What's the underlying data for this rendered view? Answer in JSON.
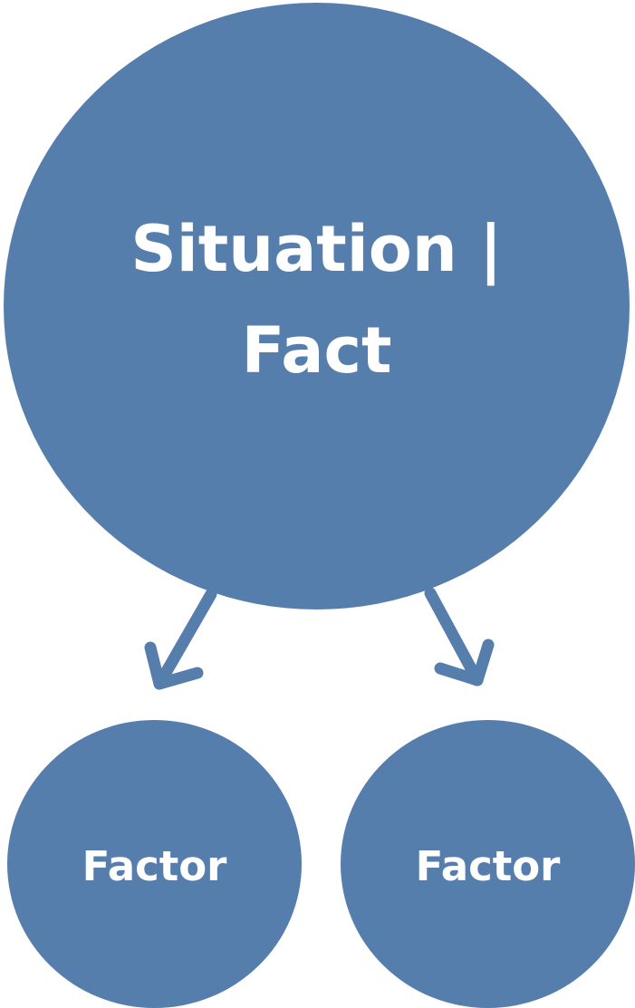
{
  "colors": {
    "node_fill": "#557ead",
    "text": "#ffffff",
    "background": "#ffffff"
  },
  "diagram": {
    "main_node": {
      "line1": "Situation |",
      "line2": "Fact"
    },
    "factors": [
      {
        "label": "Factor"
      },
      {
        "label": "Factor"
      }
    ]
  }
}
